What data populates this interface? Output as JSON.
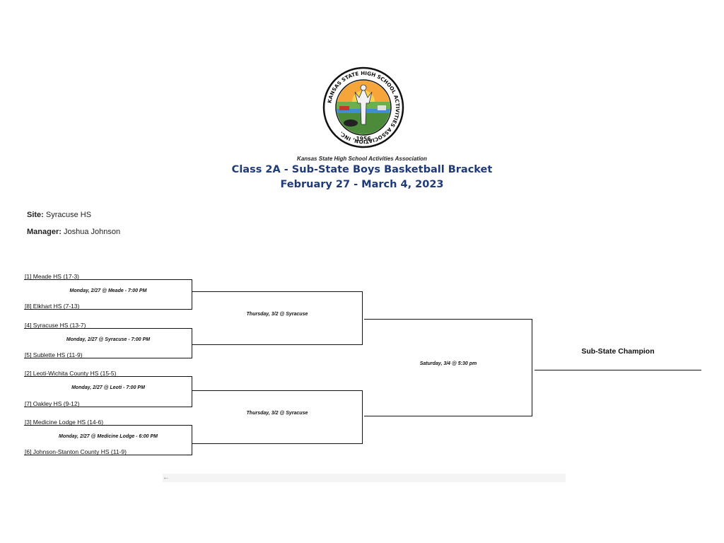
{
  "header": {
    "logo_text": "KANSAS STATE HIGH SCHOOL ACTIVITIES ASSOCIATION, INC.",
    "logo_year": "1956",
    "organization": "Kansas State High School Activities Association",
    "title": "Class 2A - Sub-State Boys Basketball Bracket",
    "dates": "February 27 - March 4, 2023"
  },
  "info": {
    "site_label": "Site:",
    "site_value": " Syracuse HS",
    "manager_label": "Manager:",
    "manager_value": " Joshua Johnson"
  },
  "bracket": {
    "teams": [
      "[1] Meade HS   (17-3)",
      "[8] Elkhart HS  (7-13)",
      "[4] Syracuse HS   (13-7)",
      "[5] Sublette HS  (11-9)",
      "[2] Leoti-Wichita County HS   (15-5)",
      "[7] Oakley HS  (9-12)",
      "[3] Medicine Lodge HS   (14-6)",
      "[6] Johnson-Stanton County HS  (11-9)"
    ],
    "round1": [
      "Monday, 2/27 @ Meade - 7:00 PM",
      "Monday, 2/27 @ Syracuse - 7:00 PM",
      "Monday, 2/27 @ Leoti - 7:00 PM",
      "Monday, 2/27 @ Medicine Lodge - 6:00 PM"
    ],
    "round2": [
      "Thursday, 3/2 @ Syracuse",
      "Thursday, 3/2 @ Syracuse"
    ],
    "final": "Saturday, 3/4 @ 5:30 pm",
    "champion_label": "Sub-State Champion"
  },
  "colors": {
    "title": "#1f3a78",
    "lines": "#111111"
  }
}
